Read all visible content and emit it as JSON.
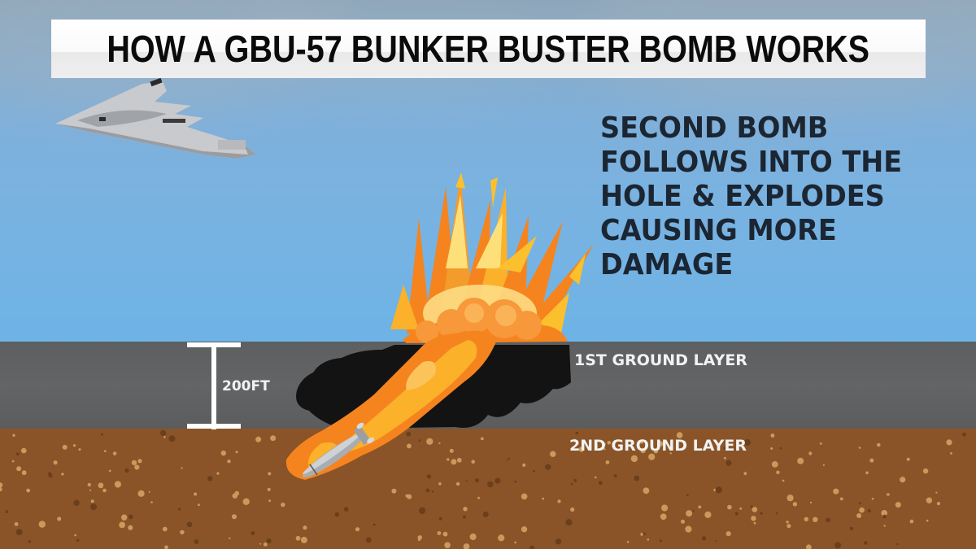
{
  "title": "HOW A GBU-57 BUNKER BUSTER BOMB WORKS",
  "caption": {
    "lines": [
      "SECOND BOMB",
      "FOLLOWS INTO THE",
      "HOLE & EXPLODES",
      "CAUSING MORE",
      "DAMAGE"
    ]
  },
  "measurement": {
    "label": "200FT"
  },
  "layers": {
    "first": "1ST GROUND LAYER",
    "second": "2ND GROUND LAYER"
  },
  "illustrations": {
    "aircraft": "stealth-bomber",
    "explosion": "surface-explosion",
    "bomb": "penetrator-bomb",
    "crater": "blast-crater"
  },
  "colors": {
    "sky": "#76b3e3",
    "first_layer": "#606264",
    "second_layer": "#8a5428",
    "fire_orange": "#f5841f",
    "fire_yellow": "#fbc02d",
    "crater": "#111111",
    "caption_text": "#1b2632"
  }
}
